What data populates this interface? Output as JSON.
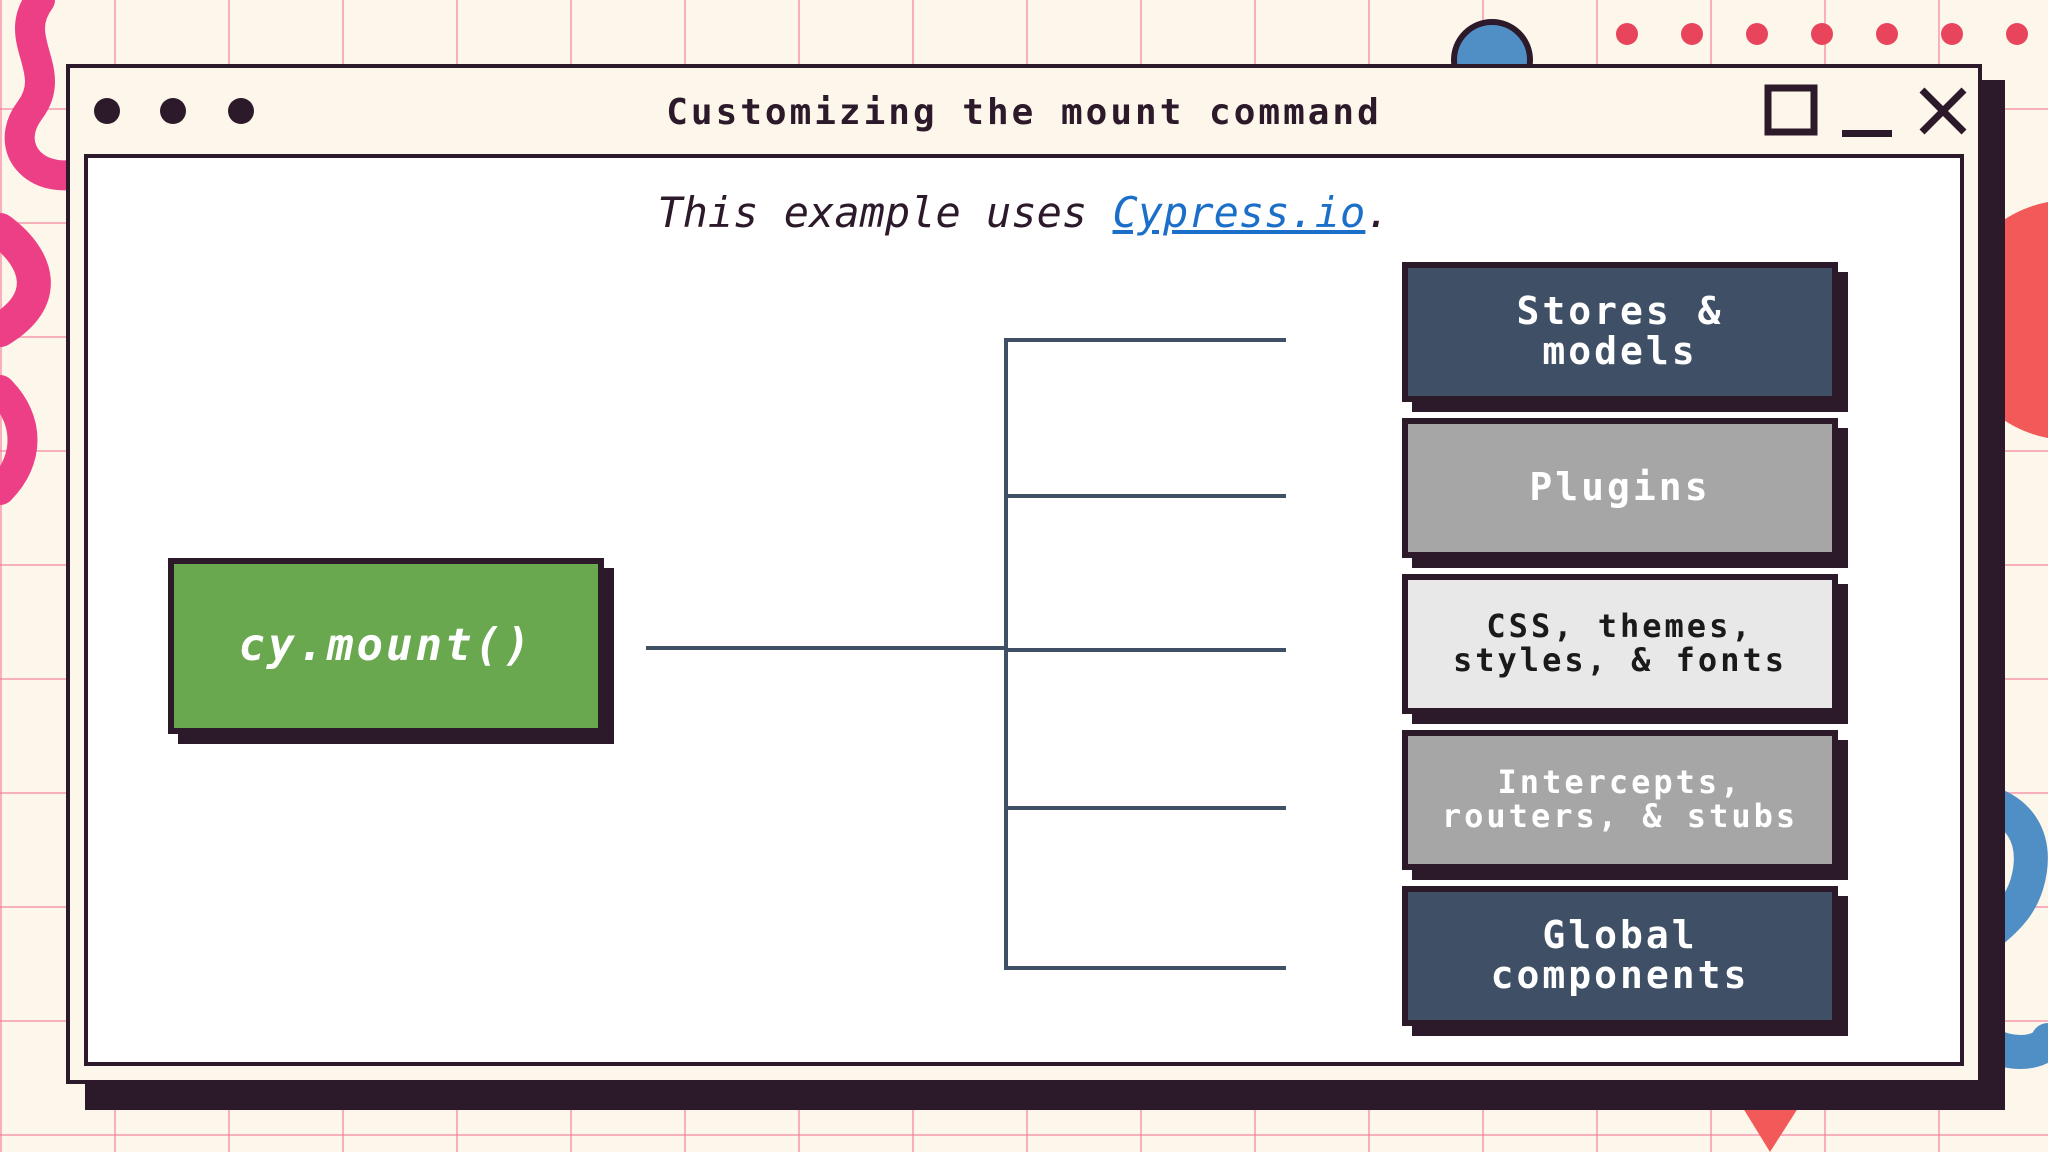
{
  "window": {
    "title": "Customizing the mount command",
    "controls": [
      "maximize-icon",
      "minimize-icon",
      "close-icon"
    ]
  },
  "caption": {
    "prefix": "This example uses ",
    "link_text": "Cypress.io",
    "suffix": "."
  },
  "diagram": {
    "root": {
      "label": "cy.mount()",
      "color": "#6aa84f"
    },
    "branches": [
      {
        "label": "Stores & models",
        "color": "#3f5066",
        "text_color": "#ffffff"
      },
      {
        "label": "Plugins",
        "color": "#a6a6a6",
        "text_color": "#ffffff"
      },
      {
        "label": "CSS, themes, styles, & fonts",
        "color": "#e8e8e8",
        "text_color": "#1a1a1a"
      },
      {
        "label": "Intercepts, routers, & stubs",
        "color": "#a6a6a6",
        "text_color": "#ffffff"
      },
      {
        "label": "Global components",
        "color": "#3f5066",
        "text_color": "#ffffff"
      }
    ]
  },
  "colors": {
    "ink": "#2c1a2b",
    "connector": "#3f5066",
    "link": "#1c6fc9",
    "grid": "#f47896"
  }
}
